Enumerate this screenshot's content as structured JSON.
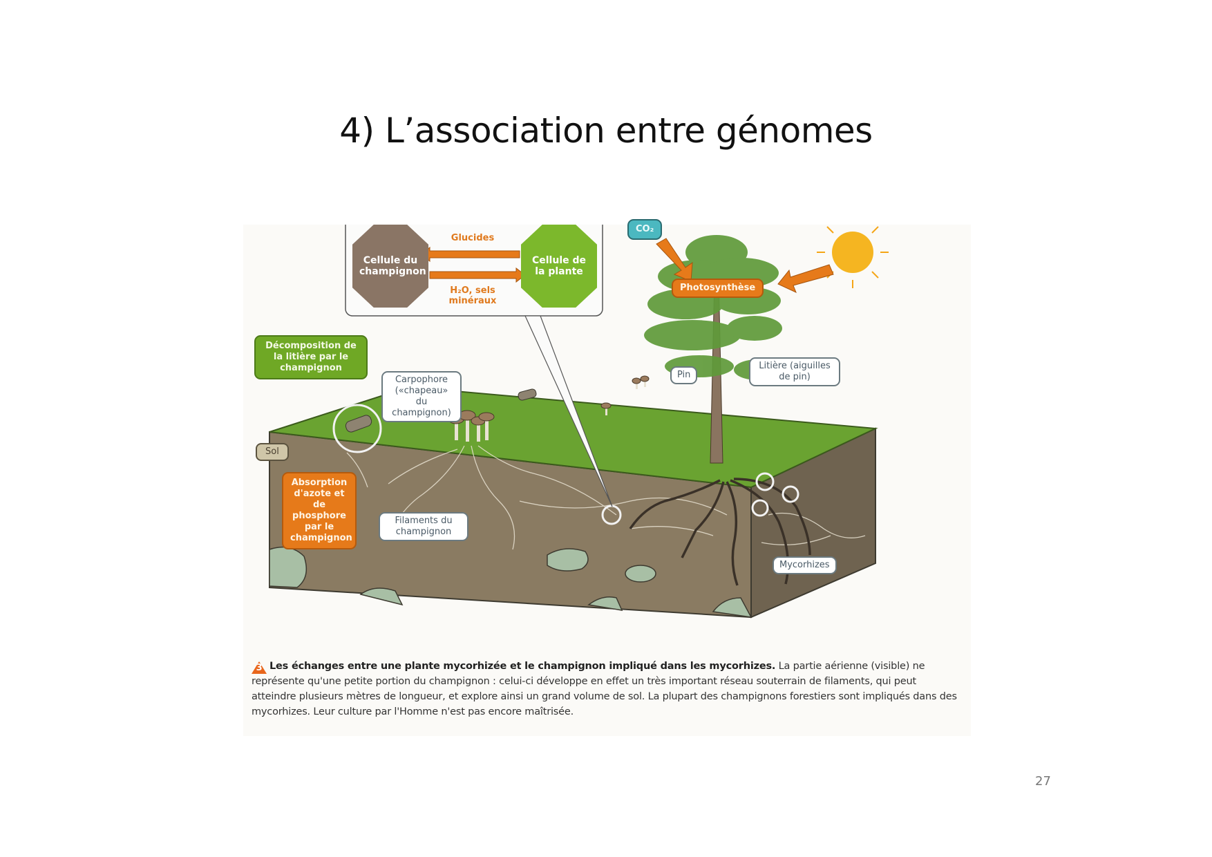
{
  "slide": {
    "title": "4) L’association entre génomes",
    "page_number": "27"
  },
  "figure": {
    "exchange_box": {
      "fungus_cell": "Cellule du champignon",
      "plant_cell": "Cellule de la plante",
      "to_fungus": "Glucides",
      "to_plant_line1": "H₂O, sels",
      "to_plant_line2": "minéraux"
    },
    "labels": {
      "co2": "CO₂",
      "photosynthesis": "Photosynthèse",
      "decomposition": "Décomposition de la litière par le champignon",
      "carpophore": "Carpophore («chapeau» du champignon)",
      "pin": "Pin",
      "litiere": "Litière (aiguilles de pin)",
      "sol": "Sol",
      "absorption": "Absorption d'azote et de phosphore par le champignon",
      "filaments": "Filaments du champignon",
      "mycorhizes": "Mycorhizes"
    },
    "colors": {
      "grass": "#6aa331",
      "soil": "#8a7b62",
      "orange": "#e67a1a",
      "green_label": "#6fa825",
      "teal": "#4bb8c0",
      "fungus_cell": "#8a7565"
    },
    "caption": {
      "number": "3",
      "bold": "Les échanges entre une plante mycorhizée et le champignon impliqué dans les mycorhizes.",
      "text": "La partie aérienne (visible) ne représente qu'une petite portion du champignon : celui-ci développe en effet un très important réseau souterrain de filaments, qui peut atteindre plusieurs mètres de longueur, et explore ainsi un grand volume de sol. La plupart des champignons forestiers sont impliqués dans des mycorhizes. Leur culture par l'Homme n'est pas encore maîtrisée."
    }
  }
}
